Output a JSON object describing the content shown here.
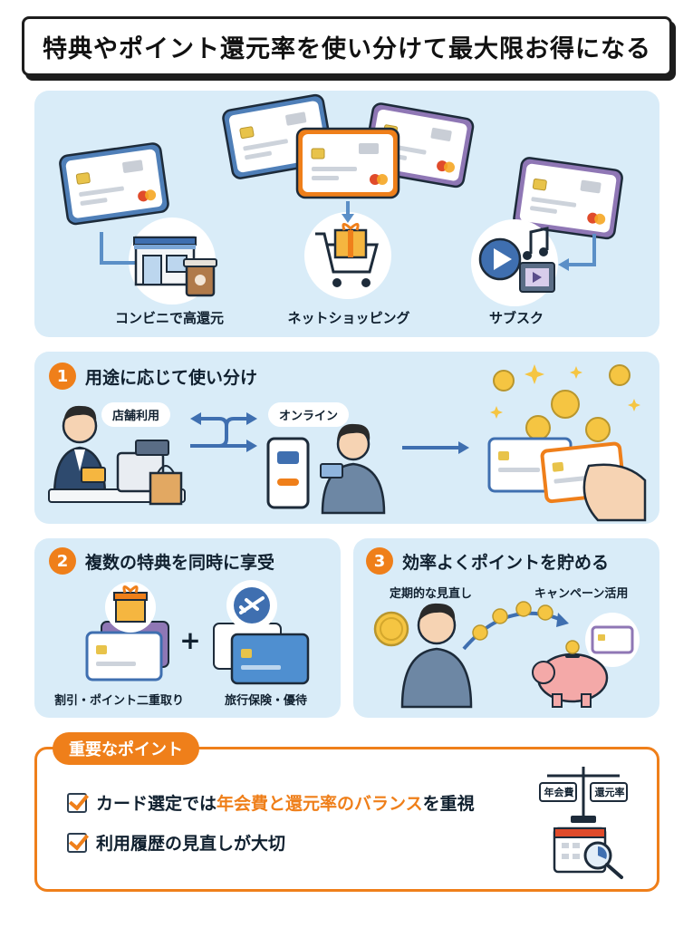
{
  "title": "特典やポイント還元率を使い分けて最大限お得になる",
  "top_panel": {
    "labels": [
      "コンビニで高還元",
      "ネットショッピング",
      "サブスク"
    ]
  },
  "section1": {
    "number": "1",
    "title": "用途に応じて使い分け",
    "bubble_store": "店舗利用",
    "bubble_online": "オンライン"
  },
  "section2": {
    "number": "2",
    "title": "複数の特典を同時に享受",
    "plus": "+",
    "caption_left": "割引・ポイント二重取り",
    "caption_right": "旅行保険・優待"
  },
  "section3": {
    "number": "3",
    "title": "効率よくポイントを貯める",
    "label_review": "定期的な見直し",
    "label_campaign": "キャンペーン活用"
  },
  "important": {
    "tag": "重要なポイント",
    "line1_pre": "カード選定では",
    "line1_hl": "年会費と還元率のバランス",
    "line1_post": "を重視",
    "line2": "利用履歴の見直しが大切",
    "scale_left": "年会費",
    "scale_right": "還元率"
  },
  "colors": {
    "accent": "#ef7f1a",
    "panel": "#d9ecf8",
    "card_blue": "#4f7fb8",
    "card_orange": "#ef7f1a",
    "card_purple": "#8f77b5"
  },
  "icons": [
    "credit-card-icon",
    "convenience-store-icon",
    "coffee-cup-icon",
    "shopping-cart-icon",
    "gift-icon",
    "play-icon",
    "music-note-icon",
    "coin-icon",
    "smartphone-icon",
    "airplane-icon",
    "piggy-bank-icon",
    "balance-scale-icon",
    "calendar-icon",
    "magnifier-icon",
    "checkbox-icon"
  ]
}
